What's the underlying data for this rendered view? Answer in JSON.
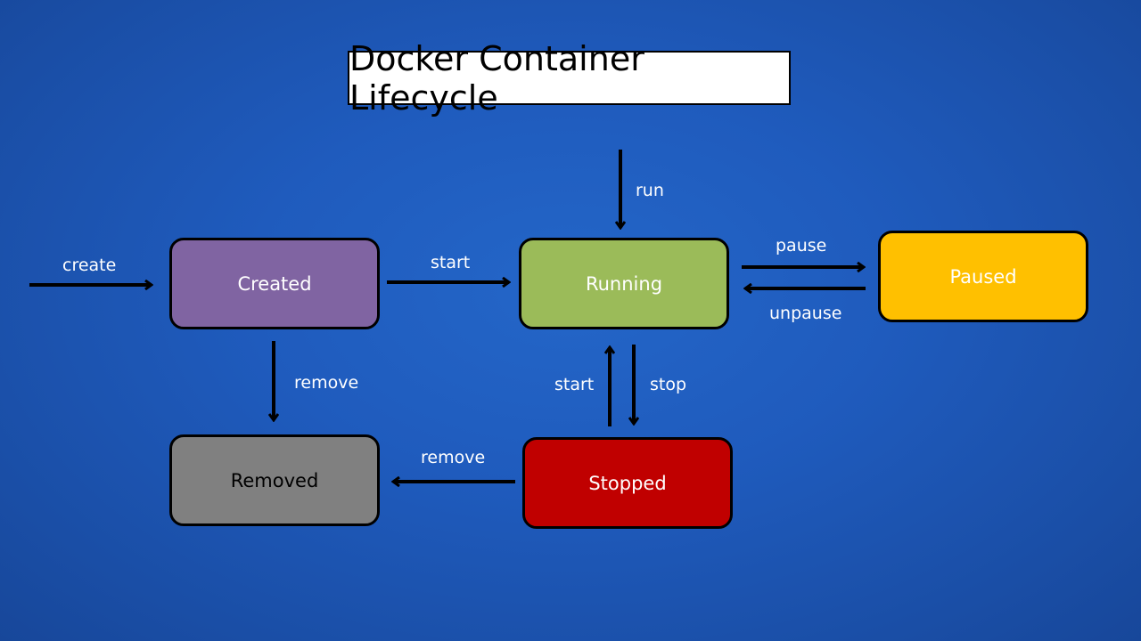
{
  "title": "Docker Container Lifecycle",
  "states": {
    "created": {
      "label": "Created",
      "color": "#8064a2",
      "text_color": "#ffffff"
    },
    "running": {
      "label": "Running",
      "color": "#9bbb59",
      "text_color": "#ffffff"
    },
    "paused": {
      "label": "Paused",
      "color": "#ffc000",
      "text_color": "#ffffff"
    },
    "removed": {
      "label": "Removed",
      "color": "#808080",
      "text_color": "#000000"
    },
    "stopped": {
      "label": "Stopped",
      "color": "#c00000",
      "text_color": "#ffffff"
    }
  },
  "transitions": {
    "create": {
      "label": "create",
      "from": null,
      "to": "Created"
    },
    "run": {
      "label": "run",
      "from": null,
      "to": "Running"
    },
    "start_created": {
      "label": "start",
      "from": "Created",
      "to": "Running"
    },
    "pause": {
      "label": "pause",
      "from": "Running",
      "to": "Paused"
    },
    "unpause": {
      "label": "unpause",
      "from": "Paused",
      "to": "Running"
    },
    "remove_created": {
      "label": "remove",
      "from": "Created",
      "to": "Removed"
    },
    "start_stopped": {
      "label": "start",
      "from": "Stopped",
      "to": "Running"
    },
    "stop": {
      "label": "stop",
      "from": "Running",
      "to": "Stopped"
    },
    "remove_stopped": {
      "label": "remove",
      "from": "Stopped",
      "to": "Removed"
    }
  }
}
